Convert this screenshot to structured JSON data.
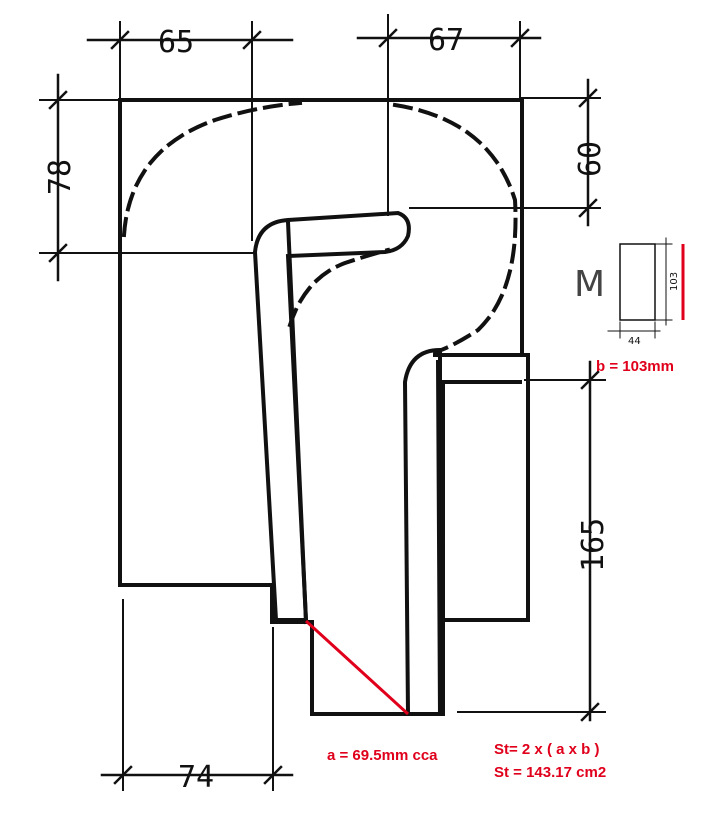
{
  "dimensions": {
    "top_left": "65",
    "top_right": "67",
    "left_side": "78",
    "right_upper": "60",
    "right_lower": "165",
    "bottom": "74"
  },
  "profile": {
    "letter": "M",
    "height": "103",
    "width": "44"
  },
  "annotations": {
    "b": "b = 103mm",
    "a": "a = 69.5mm cca",
    "formula": "St= 2 x ( a x b )",
    "result": "St = 143.17 cm2"
  },
  "colors": {
    "line": "#111111",
    "accent": "#e0001b"
  }
}
